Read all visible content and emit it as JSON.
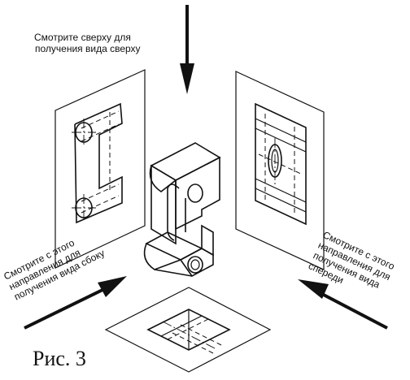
{
  "labels": {
    "top_line1": "Смотрите сверху для",
    "top_line2": "получения вида сверху",
    "left_line1": "Смотрите с этого",
    "left_line2": "направления для",
    "left_line3": "получения вида сбоку",
    "right_line1": "Смотрите с этого",
    "right_line2": "направления для",
    "right_line3": "получения вида",
    "right_line4": "спереди",
    "caption": "Рис. 3"
  }
}
